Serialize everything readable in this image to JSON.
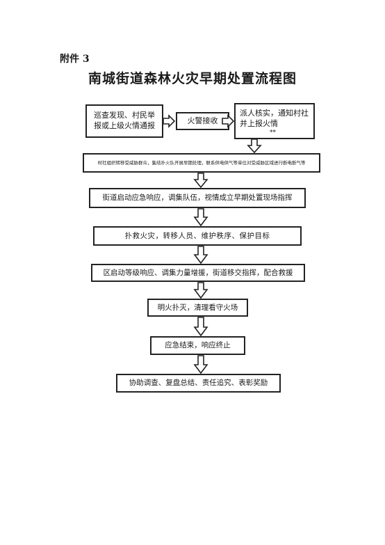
{
  "attachment_label": "附件 3",
  "title": "南城街道森林火灾早期处置流程图",
  "nodes": {
    "discover": "巡查发现、村民举报或上级火情通报",
    "alarm": "火警接收",
    "verify": "派人核实，通知村社并上报火情",
    "verify_mark": "**",
    "village": "村社组织转移受威胁群众，集结扑火队开展早期处理，联系供电供气等单位对受威胁区域进行断电断气等",
    "street": "街道启动应急响应，调集队伍，视情成立早期处置现场指挥",
    "fight": "扑救火灾，转移人员、维护秩序、保护目标",
    "district": "区启动等级响应、调集力量增援，街道移交指挥，配合救援",
    "extinguish": "明火扑灭，清理看守火场",
    "end": "应急结束，响应终止",
    "aftermath": "协助调查、复盘总结、责任追究、表彰奖励"
  }
}
